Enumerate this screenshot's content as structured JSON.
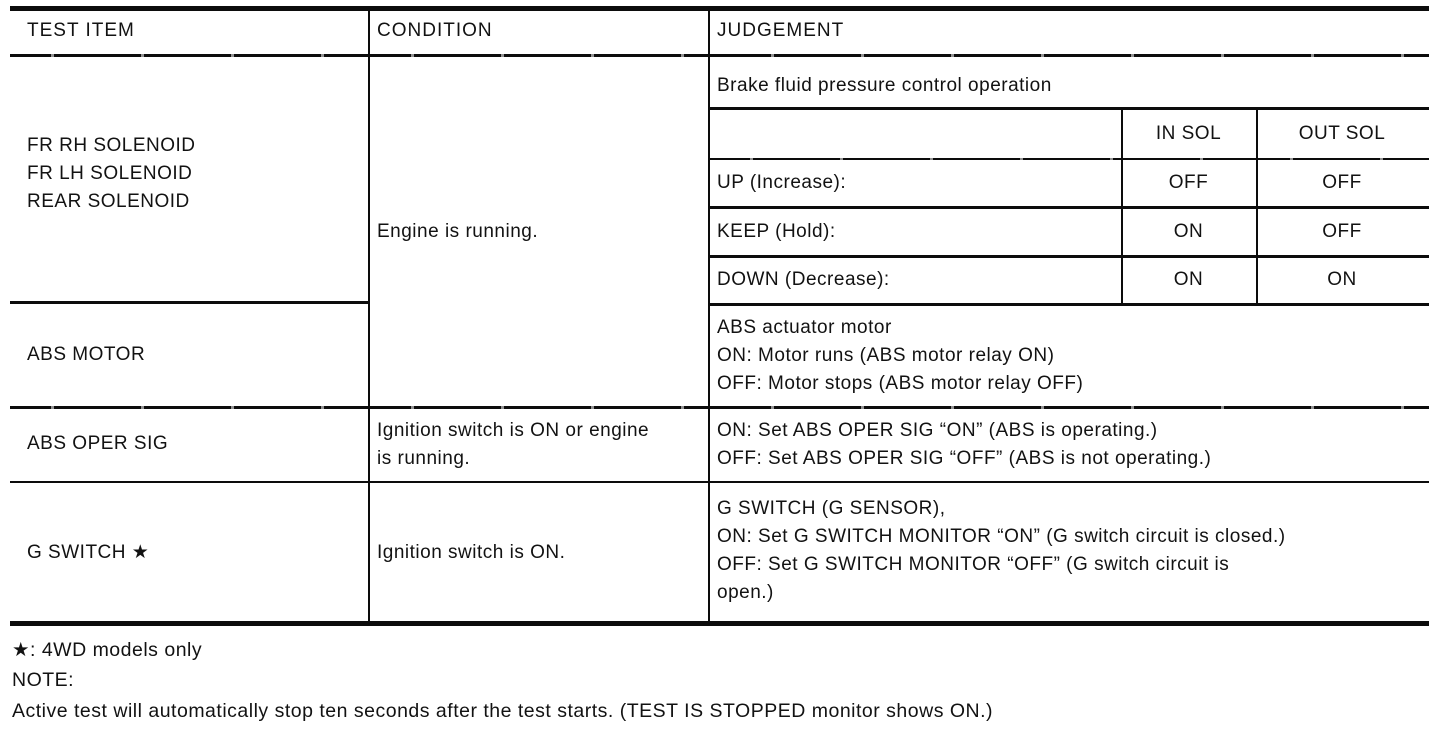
{
  "table": {
    "columns": [
      "TEST ITEM",
      "CONDITION",
      "JUDGEMENT"
    ],
    "solenoid": {
      "test_item_lines": [
        "FR RH SOLENOID",
        "FR LH SOLENOID",
        "REAR SOLENOID"
      ],
      "condition": "Engine is running.",
      "judgement_title": "Brake fluid pressure control operation",
      "sub_table": {
        "headers": [
          "IN SOL",
          "OUT SOL"
        ],
        "rows": [
          {
            "label": "UP (Increase):",
            "in_sol": "OFF",
            "out_sol": "OFF"
          },
          {
            "label": "KEEP (Hold):",
            "in_sol": "ON",
            "out_sol": "OFF"
          },
          {
            "label": "DOWN (Decrease):",
            "in_sol": "ON",
            "out_sol": "ON"
          }
        ]
      }
    },
    "abs_motor": {
      "test_item": "ABS MOTOR",
      "judgement_lines": [
        "ABS actuator motor",
        "ON: Motor runs (ABS motor relay ON)",
        "OFF: Motor stops (ABS motor relay OFF)"
      ]
    },
    "abs_oper_sig": {
      "test_item": "ABS OPER SIG",
      "condition_lines": [
        "Ignition switch is ON or engine",
        "is running."
      ],
      "judgement_lines": [
        "ON: Set ABS OPER SIG “ON” (ABS is operating.)",
        "OFF: Set ABS OPER SIG “OFF” (ABS is not operating.)"
      ]
    },
    "g_switch": {
      "test_item": "G SWITCH ★",
      "condition": "Ignition switch is ON.",
      "judgement_lines": [
        "G SWITCH (G SENSOR),",
        "ON: Set G SWITCH MONITOR “ON” (G switch circuit is closed.)",
        "OFF: Set G SWITCH MONITOR “OFF” (G switch circuit is",
        "open.)"
      ]
    }
  },
  "footnotes": {
    "star_note": "★: 4WD models only",
    "note_label": "NOTE:",
    "note_body": "Active test will automatically stop ten seconds after the test starts. (TEST IS STOPPED monitor shows ON.)"
  },
  "colors": {
    "ink": "#0c0c0c",
    "paper": "#ffffff"
  }
}
